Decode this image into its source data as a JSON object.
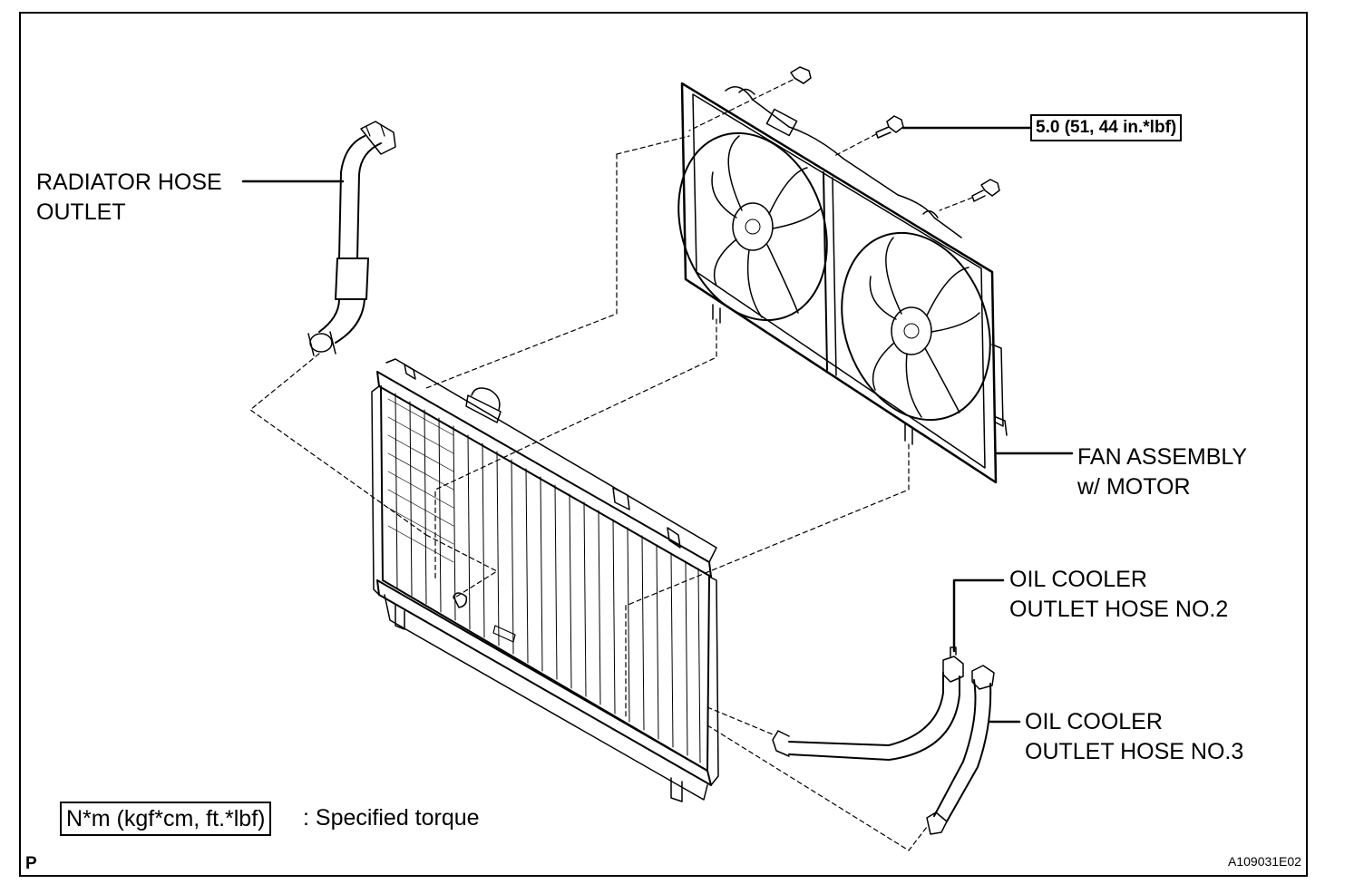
{
  "labels": {
    "radiator_hose_line1": "RADIATOR HOSE",
    "radiator_hose_line2": "OUTLET",
    "fan_assembly_line1": "FAN ASSEMBLY",
    "fan_assembly_line2": "w/ MOTOR",
    "oil_cooler_no2_line1": "OIL COOLER",
    "oil_cooler_no2_line2": "OUTLET HOSE NO.2",
    "oil_cooler_no3_line1": "OIL COOLER",
    "oil_cooler_no3_line2": "OUTLET HOSE NO.3"
  },
  "torque_spec": "5.0 (51, 44 in.*lbf)",
  "legend": {
    "unit_box": "N*m (kgf*cm, ft.*lbf)",
    "description": ": Specified torque"
  },
  "corner_mark": "P",
  "figure_id": "A109031E02"
}
